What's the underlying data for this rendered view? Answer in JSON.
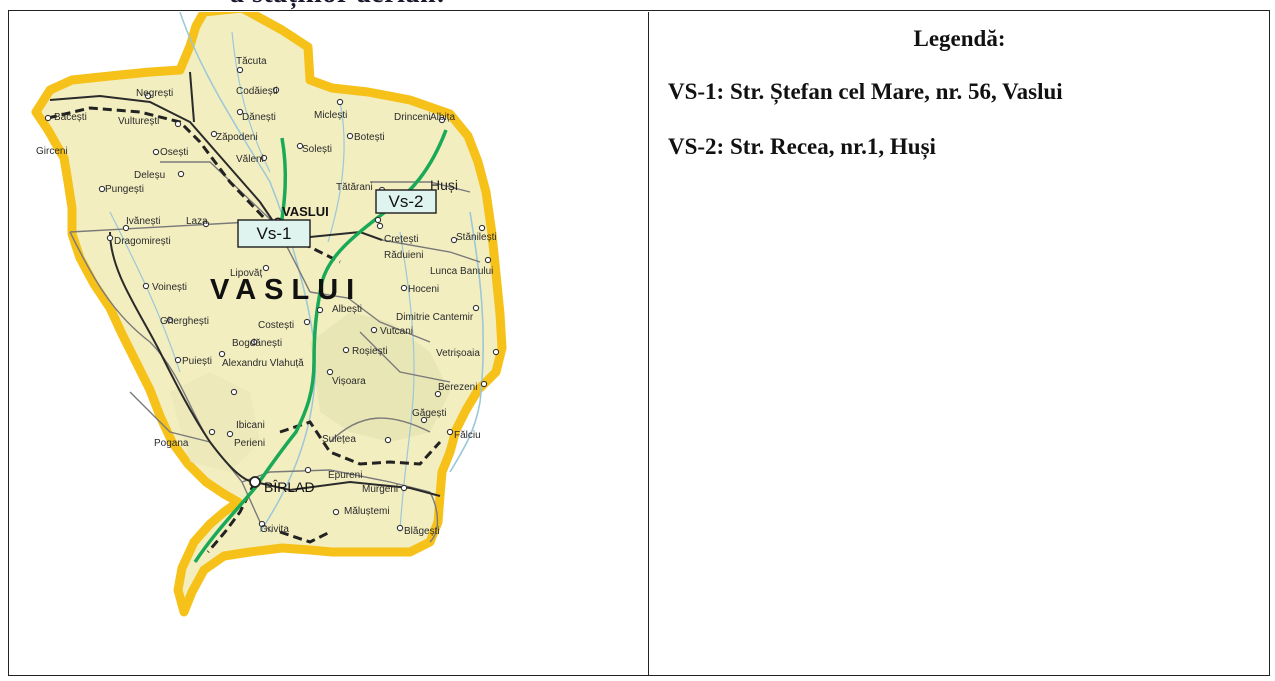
{
  "heading_fragment": "a stațiilor aerian:",
  "legend": {
    "title": "Legendă:",
    "entries": [
      "VS-1: Str. Ștefan cel Mare, nr. 56, Vaslui",
      "VS-2: Str. Recea, nr.1, Huși"
    ]
  },
  "map": {
    "county_label": "VASLUI",
    "markers": [
      {
        "label": "Vs-1"
      },
      {
        "label": "Vs-2"
      }
    ],
    "places": {
      "negresti": "Negrești",
      "bacesti": "Băcești",
      "vulturesti": "Vulturești",
      "tacuta": "Tăcuta",
      "codaiesti": "Codăiești",
      "darlesti": "Dănești",
      "miclesti": "Miclești",
      "botesti": "Botești",
      "orinceni": "Drinceni",
      "albita": "Albița",
      "gerceni": "Girceni",
      "osesti": "Osești",
      "zapodeni": "Zăpodeni",
      "valeni": "Văleni",
      "solesti": "Solești",
      "deleni": "Deleșu",
      "pungesti": "Pungești",
      "tatarani": "Tătărani",
      "husi": "Huși",
      "ivanesti": "Ivănești",
      "laza": "Laza",
      "vaslui_city": "VASLUI",
      "dragomiresti": "Dragomirești",
      "cretesti": "Crețești",
      "stanilesti": "Stănilești",
      "raduieni": "Răduieni",
      "lunca_banului": "Lunca Banului",
      "lipovat": "Lipovăț",
      "voinesti": "Voinești",
      "hoceni": "Hoceni",
      "albesti": "Albești",
      "dimitrie_cantemir": "Dimitrie Cantemir",
      "gherghesti": "Gherghești",
      "costesti": "Costești",
      "vutcani": "Vutcani",
      "bogdanesti": "Bogdănești",
      "rosiesti": "Roșiești",
      "puiesti": "Puiești",
      "alexandru_vlahuta": "Alexandru Vlahuță",
      "vetrisoaia": "Vetrișoaia",
      "visoara": "Vișoara",
      "berezeni": "Berezeni",
      "gagesti": "Găgești",
      "falciu": "Fălciu",
      "pogana": "Pogana",
      "pereni": "Perieni",
      "ibicani": "Ibicani",
      "suletesi": "Sulețea",
      "birlad": "BÎRLAD",
      "epureni": "Epureni",
      "murgeni": "Murgeni",
      "malusteni": "Măluștemi",
      "grivita": "Grivita",
      "blagesti": "Blăgești"
    },
    "colors": {
      "county_fill": "#f2eec0",
      "border": "#f6c21a",
      "main_road": "#1aa957",
      "rail": "#333333",
      "rivers": "#9cc7d8",
      "marker_fill": "#dff3ef"
    }
  }
}
